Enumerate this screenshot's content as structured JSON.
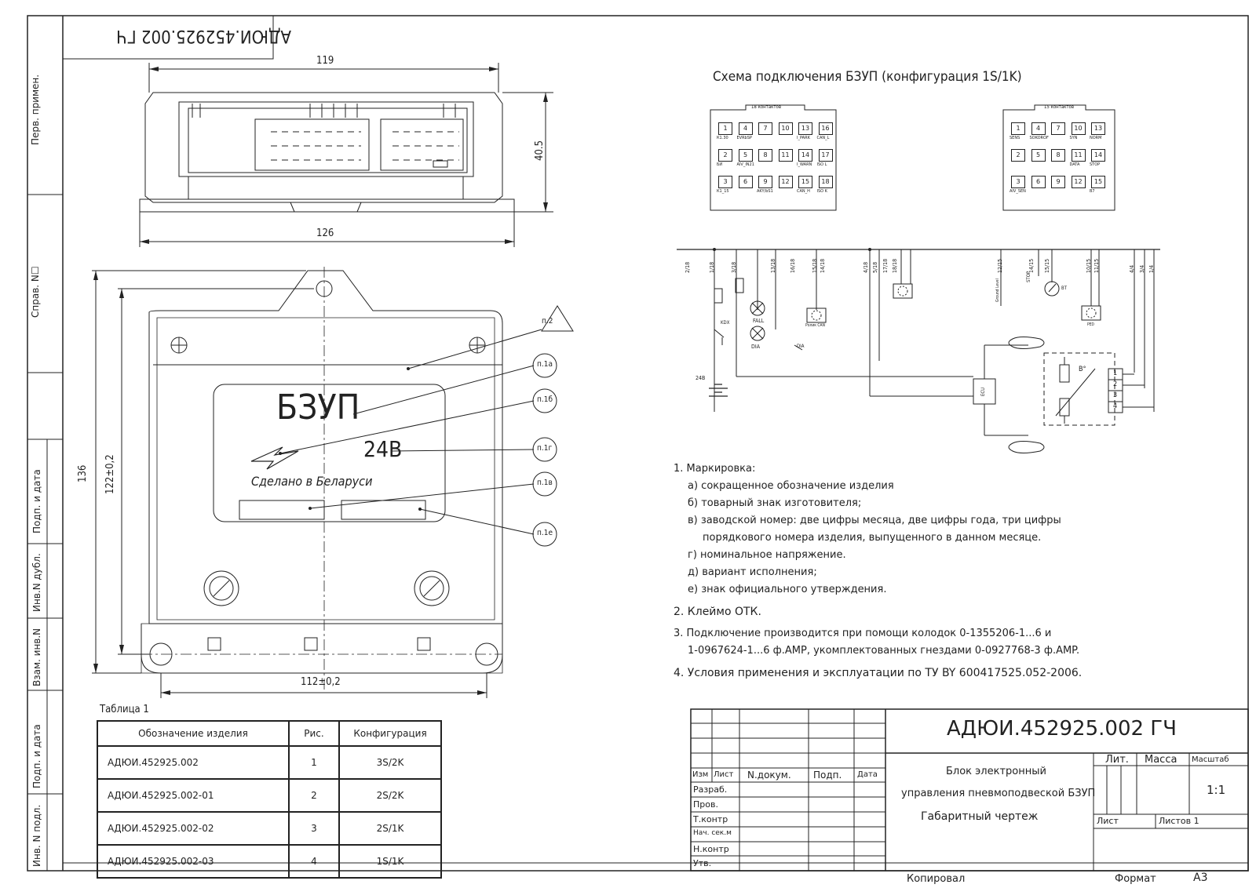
{
  "doc_code_rotated": "АДЮИ.452925.002 ГЧ",
  "sidebar": {
    "perv": "Перв. примен.",
    "sprav": "Справ. N☐",
    "podp_data_1": "Подп. и дата",
    "inv_dubl": "Инв.N дубл.",
    "vzam_inv": "Взам. инв.N",
    "podp_data_2": "Подп. и дата",
    "inv_podl": "Инв. N подл."
  },
  "dims": {
    "width_119": "119",
    "width_126": "126",
    "height_405": "40.5",
    "height_136": "136",
    "height_122": "122±0,2",
    "width_112": "112±0,2"
  },
  "front": {
    "brand": "БЗУП",
    "voltage": "24В",
    "made_in": "Сделано в Беларуси"
  },
  "callouts": [
    "п.2",
    "п.1а",
    "п.1б",
    "п.1г",
    "п.1в",
    "п.1е"
  ],
  "schema_title": "Схема подключения БЗУП (конфигурация 1S/1K)",
  "connector_a": {
    "title": "18 контактов",
    "rows": [
      [
        {
          "n": "1",
          "l": "К1.30"
        },
        {
          "n": "4",
          "l": "EVRbSP"
        },
        {
          "n": "7",
          "l": ""
        },
        {
          "n": "10",
          "l": ""
        },
        {
          "n": "13",
          "l": "I_PARK"
        },
        {
          "n": "16",
          "l": "CAN_L"
        }
      ],
      [
        {
          "n": "2",
          "l": "БИ"
        },
        {
          "n": "5",
          "l": "AIV_IN21"
        },
        {
          "n": "8",
          "l": ""
        },
        {
          "n": "11",
          "l": ""
        },
        {
          "n": "14",
          "l": "I_WARN"
        },
        {
          "n": "17",
          "l": "ISO L"
        }
      ],
      [
        {
          "n": "3",
          "l": "К1_15"
        },
        {
          "n": "6",
          "l": ""
        },
        {
          "n": "9",
          "l": "AKY/bS1"
        },
        {
          "n": "12",
          "l": ""
        },
        {
          "n": "15",
          "l": "CAN_H"
        },
        {
          "n": "18",
          "l": "ISO K"
        }
      ]
    ]
  },
  "connector_b": {
    "title": "15 контактов",
    "rows": [
      [
        {
          "n": "1",
          "l": "SENS"
        },
        {
          "n": "4",
          "l": "SOKOROF"
        },
        {
          "n": "7",
          "l": ""
        },
        {
          "n": "10",
          "l": "SYN"
        },
        {
          "n": "13",
          "l": "NORM"
        }
      ],
      [
        {
          "n": "2",
          "l": ""
        },
        {
          "n": "5",
          "l": ""
        },
        {
          "n": "8",
          "l": ""
        },
        {
          "n": "11",
          "l": "DATA"
        },
        {
          "n": "14",
          "l": "STOP"
        }
      ],
      [
        {
          "n": "3",
          "l": "AIV_SEN"
        },
        {
          "n": "6",
          "l": ""
        },
        {
          "n": "9",
          "l": ""
        },
        {
          "n": "12",
          "l": ""
        },
        {
          "n": "15",
          "l": "В7"
        }
      ]
    ]
  },
  "wiring_labels": {
    "top": [
      "2/18",
      "1/18",
      "3/18",
      "13/18",
      "16/18",
      "15/18",
      "14/18",
      "4/18",
      "5/18",
      "17/18",
      "18/18",
      "12/15",
      "14/15",
      "15/15",
      "10/15",
      "11/15",
      "4/4",
      "3/4",
      "1/4"
    ],
    "fall": "FALL",
    "dia": "DIA",
    "kdx": "KDX",
    "v24": "24В",
    "roller": "Ролик CAN",
    "diag": "DIA",
    "grvzd": "Ground Level",
    "stop": "STOP",
    "bt": "BT",
    "ped": "PED",
    "sensor": "В°",
    "ecu": "ECU",
    "pins": [
      "1",
      "2",
      "3",
      "4"
    ]
  },
  "notes": {
    "n1": "1.  Маркировка:",
    "n1a": "а) сокращенное обозначение изделия",
    "n1b": "б) товарный знак изготовителя;",
    "n1v1": "в) заводской номер: две цифры месяца, две цифры года, три цифры",
    "n1v2": "порядкового номера изделия, выпущенного в данном месяце.",
    "n1g": "г) номинальное напряжение.",
    "n1d": "д) вариант исполнения;",
    "n1e": "е) знак официального утверждения.",
    "n2": "2.  Клеймо      ОТК.",
    "n3a": "3.  Подключение производится при помощи колодок 0-1355206-1...6 и",
    "n3b": "1-0967624-1...6 ф.AMP, укомплектованных гнездами 0-0927768-3 ф.AMP.",
    "n4": "4.  Условия применения и эксплуатации по ТУ BY 600417525.052-2006."
  },
  "table": {
    "caption": "Таблица 1",
    "headers": [
      "Обозначение      изделия",
      "Рис.",
      "Конфигурация"
    ],
    "rows": [
      [
        "АДЮИ.452925.002",
        "1",
        "3S/2K"
      ],
      [
        "АДЮИ.452925.002-01",
        "2",
        "2S/2K"
      ],
      [
        "АДЮИ.452925.002-02",
        "3",
        "2S/1K"
      ],
      [
        "АДЮИ.452925.002-03",
        "4",
        "1S/1K"
      ]
    ]
  },
  "title_block": {
    "code": "АДЮИ.452925.002 ГЧ",
    "name1": "Блок электронный",
    "name2": "управления пневмоподвеской БЗУП",
    "name3": "Габаритный чертеж",
    "lit": "Лит.",
    "massa": "Масса",
    "masshtab": "Масштаб",
    "scale": "1:1",
    "list": "Лист",
    "listov": "Листов  1",
    "izm": "Изм",
    "list2": "Лист",
    "ndokum": "N.докум.",
    "podp": "Подп.",
    "data": "Дата",
    "razrab": "Разраб.",
    "prov": "Пров.",
    "tkontr": "Т.контр",
    "nachsek": "Нач. сек.м",
    "nkontr": "Н.контр",
    "utv": "Утв.",
    "kopiroval": "Копировал",
    "format": "Формат",
    "format_val": "А3"
  }
}
